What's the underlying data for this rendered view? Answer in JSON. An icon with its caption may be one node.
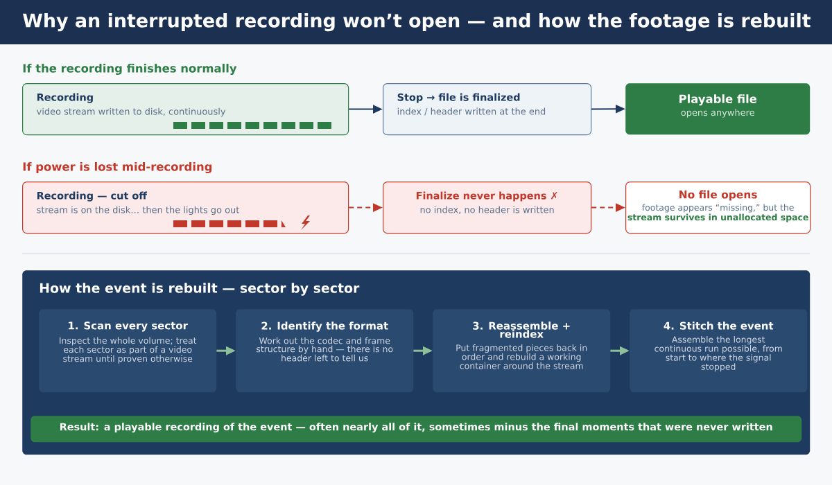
{
  "diagram": {
    "title": "Why an interrupted recording won’t open — and how the footage is rebuilt",
    "nodes": [
      {
        "text": [
          "Recording",
          "video stream written to disk, continuously"
        ]
      },
      {
        "text": [
          "Stop → file is finalized",
          "index / header written at the end"
        ]
      },
      {
        "text": [
          "Playable file",
          "opens anywhere"
        ]
      },
      {
        "text": [
          "Recording — cut off",
          "stream is on the disk… then the lights go out"
        ]
      },
      {
        "text": [
          "Finalize never happens ✗",
          "no index, no header is written"
        ]
      },
      {
        "text": [
          "No file opens",
          "footage appears “missing,” but the",
          "stream survives in unallocated space"
        ]
      },
      {
        "text": [
          "How the event is rebuilt — sector by sector"
        ]
      },
      {
        "text": [
          "1. Scan every sector",
          "Inspect the whole volume; treat each sector as part of a video stream until proven otherwise"
        ],
        "in": 6
      },
      {
        "text": [
          "2. Identify the format",
          "Work out the codec and frame structure by hand — there is no header left to tell us"
        ],
        "in": 6
      },
      {
        "text": [
          "3. Reassemble + reindex",
          "Put fragmented pieces back in order and rebuild a working container around the stream"
        ],
        "in": 6
      },
      {
        "text": [
          "4. Stitch the event",
          "Assemble the longest continuous run possible, from start to where the signal stopped"
        ],
        "in": 6
      },
      {
        "text": [
          "Result: a playable recording of the event — often nearly all of it, sometimes minus the final moments that were never written"
        ],
        "in": 6
      }
    ],
    "edges": [
      {
        "from": 0,
        "to": 1,
        "arrow": "to",
        "color": "#1f3a5f"
      },
      {
        "from": 1,
        "to": 2,
        "arrow": "to",
        "color": "#1f3a5f"
      },
      {
        "from": 3,
        "to": 4,
        "arrow": "to",
        "style": "dashed",
        "color": "#c0392b"
      },
      {
        "from": 4,
        "to": 5,
        "arrow": "to",
        "style": "dashed",
        "color": "#c0392b"
      },
      {
        "from": 7,
        "to": 8,
        "arrow": "to"
      },
      {
        "from": 8,
        "to": 9,
        "arrow": "to"
      },
      {
        "from": 9,
        "to": 10,
        "arrow": "to"
      }
    ],
    "labels": [
      "If the recording finishes normally",
      "If power is lost mid-recording"
    ]
  }
}
